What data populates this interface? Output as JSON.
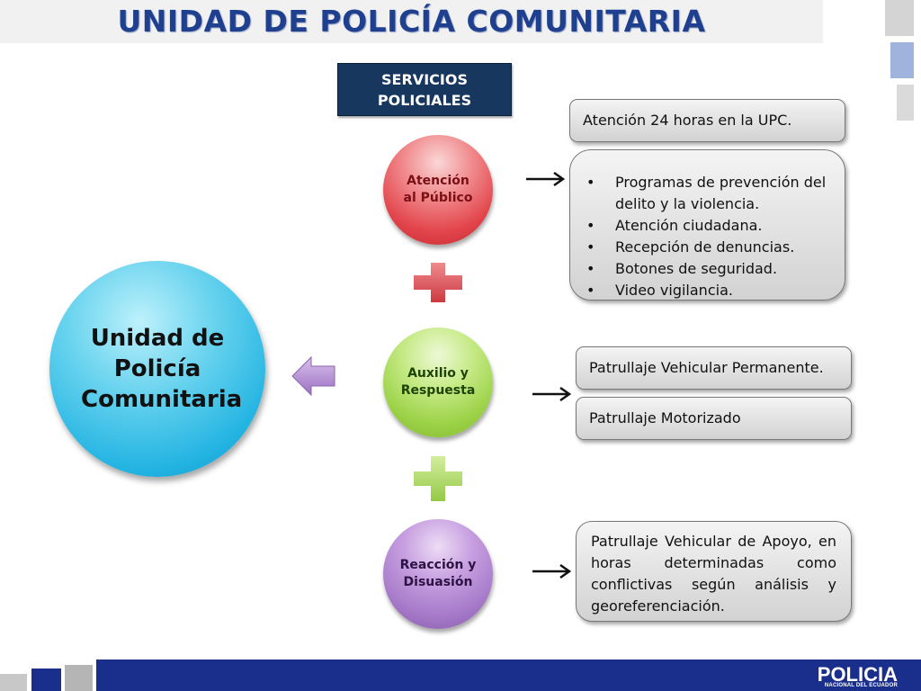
{
  "title": "UNIDAD  DE  POLICÍA  COMUNITARIA",
  "services_label": "SERVICIOS POLICIALES",
  "main_node": "Unidad de Policía Comunitaria",
  "nodes": [
    {
      "label": "Atención al Público",
      "color": "#e2464c"
    },
    {
      "label": "Auxilio y Respuesta",
      "color": "#9cd248"
    },
    {
      "label": "Reacción y Disuasión",
      "color": "#a67ac9"
    }
  ],
  "boxes": {
    "atencion_24h": "Atención 24 horas en la UPC.",
    "atencion_list": [
      "Programas de prevención del delito y la violencia.",
      "Atención ciudadana.",
      "Recepción de denuncias.",
      "Botones de seguridad.",
      "Video vigilancia."
    ],
    "patrullaje_permanente": "Patrullaje Vehicular Permanente.",
    "patrullaje_motorizado": "Patrullaje Motorizado",
    "patrullaje_apoyo": "Patrullaje Vehicular de Apoyo, en horas determinadas como conflictivas según análisis y georeferenciación."
  },
  "footer": {
    "brand": "POLICIA",
    "sub": "NACIONAL DEL ECUADOR"
  },
  "colors": {
    "title": "#1f3f8f",
    "services_bg": "#17375e",
    "footer_bg": "#1a2f8c",
    "main_circle": "#22b3e2"
  }
}
